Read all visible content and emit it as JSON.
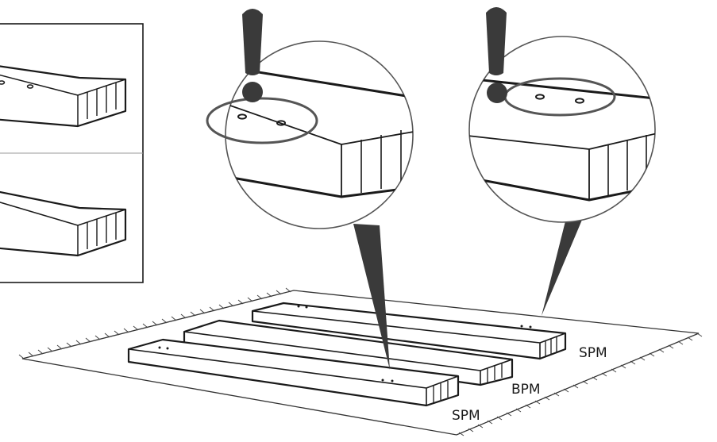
{
  "diagram": {
    "labels": {
      "plank_front": "SPM",
      "plank_middle": "BPM",
      "plank_back": "SPM"
    },
    "callouts": [
      {
        "name": "callout-holes-near-top-edge",
        "symbol": "!"
      },
      {
        "name": "callout-holes-on-top-face",
        "symbol": "!"
      }
    ],
    "inset_panels": [
      {
        "name": "inset-top"
      },
      {
        "name": "inset-bottom"
      }
    ],
    "colors": {
      "ink": "#1a1a1a",
      "warning": "#3a3a3a",
      "line": "#555555"
    }
  }
}
